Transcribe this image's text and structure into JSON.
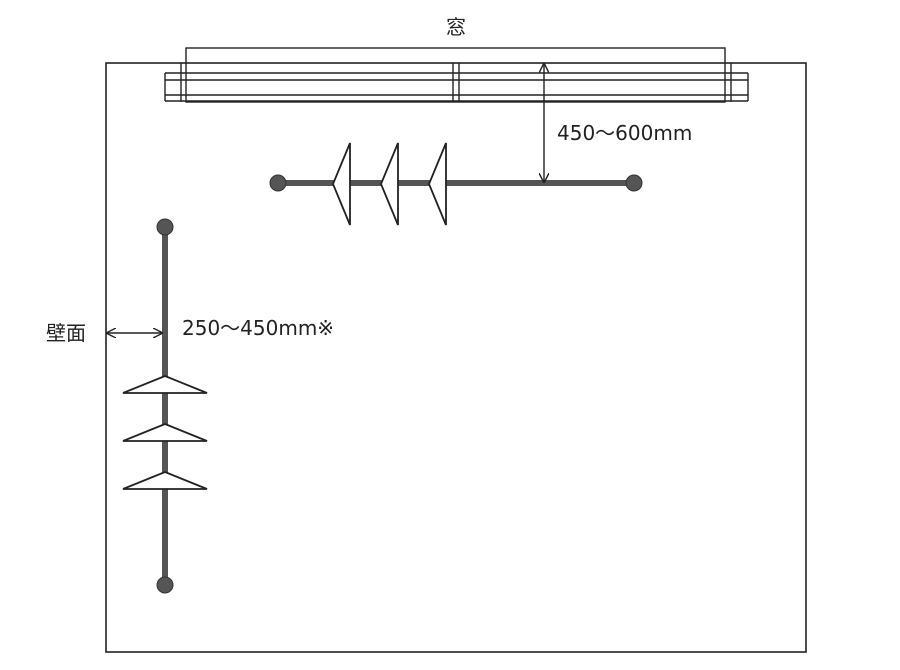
{
  "labels": {
    "window": "窓",
    "wall": "壁面",
    "dim_window": "450〜600mm",
    "dim_wall": "250〜450mm※"
  },
  "colors": {
    "line": "#222222",
    "rod": "#555555",
    "background": "#ffffff"
  }
}
